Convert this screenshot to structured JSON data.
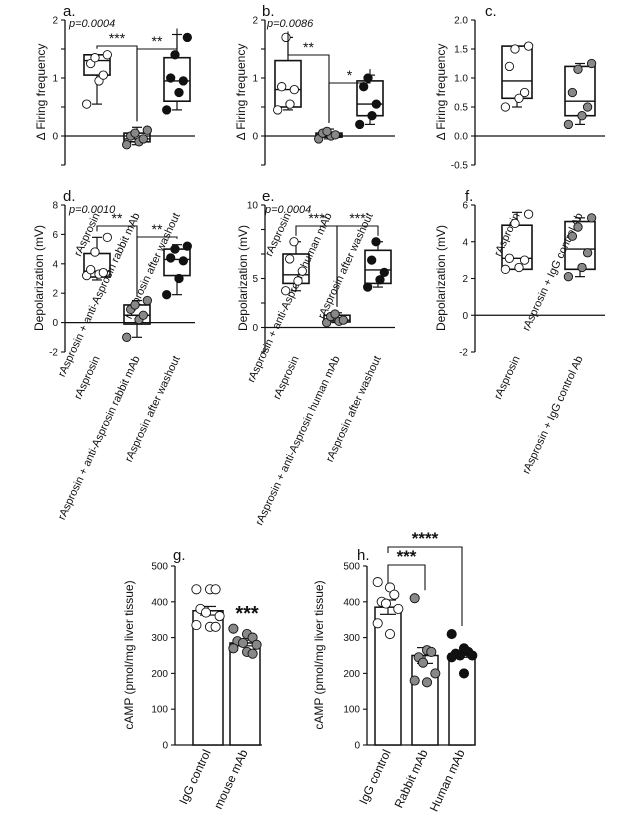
{
  "chart_data": [
    {
      "panel": "a.",
      "type": "box",
      "pvalue": "p=0.0004",
      "ylabel": "Δ Firing frequency",
      "ylim": [
        -0.5,
        2
      ],
      "yticks": [
        -0.5,
        0,
        0.5,
        1,
        1.5,
        2
      ],
      "ytick_labels": [
        "",
        "0",
        "",
        "1",
        "",
        "2"
      ],
      "categories": [
        "rAsprosin",
        "rAsprosin + anti-Asprosin rabbit mAb",
        "rAsprosin after washout"
      ],
      "groups": [
        {
          "fill": "#ffffff",
          "box": [
            0.55,
            1.05,
            1.3,
            1.4,
            1.4
          ],
          "points": [
            0.55,
            0.95,
            1.05,
            1.25,
            1.35,
            1.4
          ]
        },
        {
          "fill": "#888888",
          "box": [
            -0.15,
            -0.1,
            -0.05,
            0.05,
            0.15
          ],
          "points": [
            -0.15,
            -0.1,
            -0.05,
            0.0,
            0.05,
            0.1
          ]
        },
        {
          "fill": "#111111",
          "box": [
            0.45,
            0.6,
            0.95,
            1.35,
            1.75
          ],
          "points": [
            0.45,
            0.75,
            0.95,
            1.0,
            1.4,
            1.7
          ]
        }
      ],
      "brackets": [
        {
          "from": 0,
          "to": 1,
          "label": "***"
        },
        {
          "from": 1,
          "to": 2,
          "label": "**"
        }
      ]
    },
    {
      "panel": "b.",
      "type": "box",
      "pvalue": "p=0.0086",
      "ylabel": "Δ Firing frequency",
      "ylim": [
        -0.5,
        2
      ],
      "yticks": [
        -0.5,
        0,
        0.5,
        1,
        1.5,
        2
      ],
      "ytick_labels": [
        "",
        "0",
        "",
        "1",
        "",
        "2"
      ],
      "categories": [
        "rAsprosin",
        "rAsprosin + anti-Asprosin human mAb",
        "rAsprosin after washout"
      ],
      "groups": [
        {
          "fill": "#ffffff",
          "box": [
            0.45,
            0.5,
            0.8,
            1.3,
            1.7
          ],
          "points": [
            0.45,
            0.55,
            0.8,
            0.85,
            1.7
          ]
        },
        {
          "fill": "#888888",
          "box": [
            -0.05,
            -0.02,
            0.02,
            0.05,
            0.12
          ],
          "points": [
            -0.05,
            0.0,
            0.02,
            0.05,
            0.08
          ]
        },
        {
          "fill": "#111111",
          "box": [
            0.2,
            0.35,
            0.55,
            0.95,
            1.05
          ],
          "points": [
            0.2,
            0.35,
            0.55,
            0.85,
            1.0
          ]
        }
      ],
      "brackets": [
        {
          "from": 0,
          "to": 1,
          "label": "**"
        },
        {
          "from": 1,
          "to": 2,
          "label": "*"
        }
      ]
    },
    {
      "panel": "c.",
      "type": "box",
      "pvalue": "",
      "ylabel": "Δ Firing frequency",
      "ylim": [
        -0.5,
        2
      ],
      "yticks": [
        -0.5,
        0,
        0.5,
        1,
        1.5,
        2
      ],
      "ytick_labels": [
        "-0.5",
        "0.0",
        "0.5",
        "1.0",
        "1.5",
        "2.0"
      ],
      "categories": [
        "rAsprosin",
        "rAsprosin + IgG control Ab"
      ],
      "groups": [
        {
          "fill": "#ffffff",
          "box": [
            0.5,
            0.65,
            0.95,
            1.55,
            1.55
          ],
          "points": [
            0.5,
            0.65,
            0.75,
            1.2,
            1.5,
            1.55
          ]
        },
        {
          "fill": "#888888",
          "box": [
            0.2,
            0.35,
            0.6,
            1.2,
            1.25
          ],
          "points": [
            0.2,
            0.35,
            0.5,
            0.75,
            1.15,
            1.25
          ]
        }
      ],
      "brackets": []
    },
    {
      "panel": "d.",
      "type": "box",
      "pvalue": "p=0.0010",
      "ylabel": "Depolarization (mV)",
      "ylim": [
        -2,
        8
      ],
      "yticks": [
        -2,
        0,
        2,
        4,
        6,
        8
      ],
      "ytick_labels": [
        "-2",
        "0",
        "2",
        "4",
        "6",
        "8"
      ],
      "categories": [
        "rAsprosin",
        "rAsprosin + anti-Asprosin rabbit mAb",
        "rAsprosin after washout"
      ],
      "groups": [
        {
          "fill": "#ffffff",
          "box": [
            2.9,
            3.1,
            3.5,
            4.7,
            5.8
          ],
          "points": [
            3.2,
            3.3,
            3.4,
            3.6,
            4.8,
            5.8
          ]
        },
        {
          "fill": "#888888",
          "box": [
            -1.0,
            -0.1,
            0.5,
            1.2,
            1.5
          ],
          "points": [
            -1.0,
            0.2,
            0.5,
            0.9,
            1.2,
            1.5
          ]
        },
        {
          "fill": "#111111",
          "box": [
            1.9,
            3.2,
            4.3,
            5.0,
            5.3
          ],
          "points": [
            1.9,
            3.0,
            4.2,
            4.4,
            5.0,
            5.2
          ]
        }
      ],
      "brackets": [
        {
          "from": 0,
          "to": 1,
          "label": "**"
        },
        {
          "from": 1,
          "to": 2,
          "label": "**"
        }
      ]
    },
    {
      "panel": "e.",
      "type": "box",
      "pvalue": "p=0.0004",
      "ylabel": "Depolarization (mV)",
      "ylim": [
        -2,
        10
      ],
      "yticks": [
        -2,
        0,
        2,
        4,
        6,
        8,
        10
      ],
      "ytick_labels": [
        "",
        "0",
        "",
        "5",
        "",
        "",
        "10"
      ],
      "categories": [
        "rAsprosin",
        "rAsprosin + anti-Asprosin human mAb",
        "rAsprosin after washout"
      ],
      "groups": [
        {
          "fill": "#ffffff",
          "box": [
            3.0,
            3.6,
            4.3,
            6.0,
            7.0
          ],
          "points": [
            3.0,
            3.8,
            4.6,
            5.6,
            7.0
          ]
        },
        {
          "fill": "#888888",
          "box": [
            0.4,
            0.45,
            0.6,
            1.0,
            1.2
          ],
          "points": [
            0.4,
            0.5,
            0.6,
            0.9,
            1.1
          ]
        },
        {
          "fill": "#111111",
          "box": [
            3.3,
            3.6,
            4.7,
            6.3,
            7.0
          ],
          "points": [
            3.3,
            3.9,
            4.5,
            5.5,
            7.0
          ]
        }
      ],
      "brackets": [
        {
          "from": 0,
          "to": 1,
          "label": "***"
        },
        {
          "from": 1,
          "to": 2,
          "label": "***"
        }
      ]
    },
    {
      "panel": "f.",
      "type": "box",
      "pvalue": "",
      "ylabel": "Depolarization (mV)",
      "ylim": [
        -2,
        6
      ],
      "yticks": [
        -2,
        0,
        2,
        4,
        6
      ],
      "ytick_labels": [
        "-2",
        "0",
        "2",
        "4",
        "6"
      ],
      "categories": [
        "rAsprosin",
        "rAsprosin + IgG control Ab"
      ],
      "groups": [
        {
          "fill": "#ffffff",
          "box": [
            2.5,
            2.5,
            3.1,
            4.9,
            5.6
          ],
          "points": [
            2.5,
            2.6,
            3.0,
            3.1,
            5.0,
            5.5
          ]
        },
        {
          "fill": "#888888",
          "box": [
            2.1,
            2.5,
            3.6,
            5.1,
            5.3
          ],
          "points": [
            2.1,
            2.6,
            3.4,
            4.3,
            4.8,
            5.3
          ]
        }
      ],
      "brackets": []
    },
    {
      "panel": "g.",
      "type": "bar",
      "ylabel": "cAMP (pmol/mg liver tissue)",
      "ylim": [
        0,
        500
      ],
      "yticks": [
        0,
        100,
        200,
        300,
        400,
        500
      ],
      "ytick_labels": [
        "0",
        "100",
        "200",
        "300",
        "400",
        "500"
      ],
      "categories": [
        "IgG control",
        "mouse mAb"
      ],
      "groups": [
        {
          "fill": "#ffffff",
          "value": 375,
          "sem": 12,
          "points": [
            435,
            435,
            435,
            380,
            370,
            360,
            335,
            330,
            330
          ]
        },
        {
          "fill": "#888888",
          "value": 285,
          "sem": 8,
          "points": [
            325,
            310,
            300,
            290,
            285,
            280,
            270,
            260,
            255
          ]
        }
      ],
      "star_labels": [
        "",
        "***"
      ],
      "brackets": []
    },
    {
      "panel": "h.",
      "type": "bar",
      "ylabel": "cAMP (pmol/mg liver tissue)",
      "ylim": [
        0,
        500
      ],
      "yticks": [
        0,
        100,
        200,
        300,
        400,
        500
      ],
      "ytick_labels": [
        "0",
        "100",
        "200",
        "300",
        "400",
        "500"
      ],
      "categories": [
        "IgG control",
        "Rabbit mAb",
        "Human mAb"
      ],
      "groups": [
        {
          "fill": "#ffffff",
          "value": 385,
          "sem": 20,
          "points": [
            455,
            440,
            420,
            400,
            395,
            380,
            340,
            310
          ]
        },
        {
          "fill": "#888888",
          "value": 250,
          "sem": 22,
          "points": [
            410,
            265,
            260,
            245,
            230,
            200,
            180,
            175
          ]
        },
        {
          "fill": "#111111",
          "value": 255,
          "sem": 10,
          "points": [
            310,
            270,
            260,
            255,
            250,
            250,
            245,
            200
          ]
        }
      ],
      "star_labels": [
        "",
        "",
        ""
      ],
      "brackets": [
        {
          "from": 0,
          "to": 1,
          "label": "***"
        },
        {
          "from": 0,
          "to": 2,
          "label": "****"
        }
      ]
    }
  ]
}
